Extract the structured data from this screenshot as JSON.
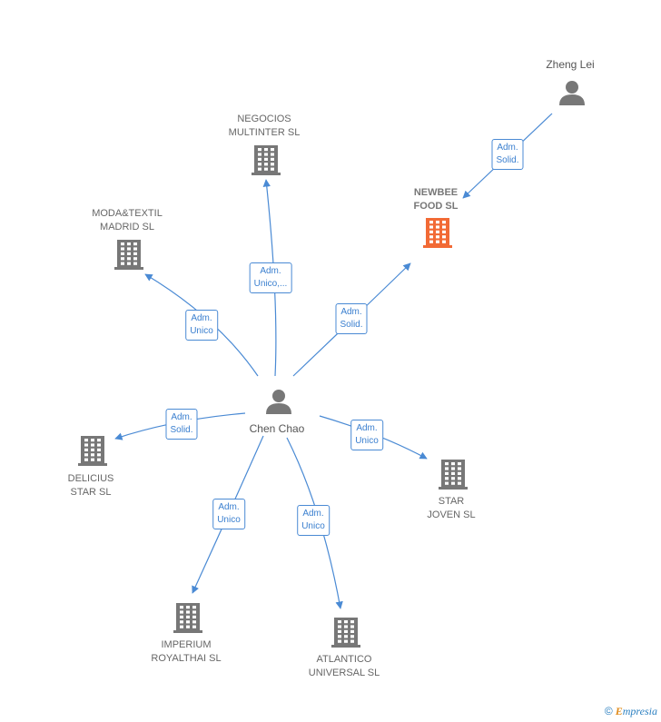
{
  "colors": {
    "edge": "#4a8ad4",
    "node": "#777777",
    "focus": "#f26a35"
  },
  "nodes": [
    {
      "id": "chen",
      "type": "person",
      "label": [
        "Chen Chao"
      ]
    },
    {
      "id": "zheng",
      "type": "person",
      "label": [
        "Zheng Lei"
      ]
    },
    {
      "id": "newbee",
      "type": "company",
      "focus": true,
      "label": [
        "NEWBEE",
        "FOOD  SL"
      ]
    },
    {
      "id": "negocios",
      "type": "company",
      "label": [
        "NEGOCIOS",
        "MULTINTER SL"
      ]
    },
    {
      "id": "moda",
      "type": "company",
      "label": [
        "MODA&TEXTIL",
        "MADRID SL"
      ]
    },
    {
      "id": "delicius",
      "type": "company",
      "label": [
        "DELICIUS",
        "STAR  SL"
      ]
    },
    {
      "id": "star",
      "type": "company",
      "label": [
        "STAR",
        "JOVEN SL"
      ]
    },
    {
      "id": "imperium",
      "type": "company",
      "label": [
        "IMPERIUM",
        "ROYALTHAI  SL"
      ]
    },
    {
      "id": "atlantico",
      "type": "company",
      "label": [
        "ATLANTICO",
        "UNIVERSAL SL"
      ]
    }
  ],
  "edges": [
    {
      "from": "zheng",
      "to": "newbee",
      "label": [
        "Adm.",
        "Solid."
      ]
    },
    {
      "from": "chen",
      "to": "newbee",
      "label": [
        "Adm.",
        "Solid."
      ]
    },
    {
      "from": "chen",
      "to": "negocios",
      "label": [
        "Adm.",
        "Unico,..."
      ]
    },
    {
      "from": "chen",
      "to": "moda",
      "label": [
        "Adm.",
        "Unico"
      ]
    },
    {
      "from": "chen",
      "to": "delicius",
      "label": [
        "Adm.",
        "Solid."
      ]
    },
    {
      "from": "chen",
      "to": "star",
      "label": [
        "Adm.",
        "Unico"
      ]
    },
    {
      "from": "chen",
      "to": "imperium",
      "label": [
        "Adm.",
        "Unico"
      ]
    },
    {
      "from": "chen",
      "to": "atlantico",
      "label": [
        "Adm.",
        "Unico"
      ]
    }
  ],
  "footer": {
    "copyright": "©",
    "brand_initial": "E",
    "brand_rest": "mpresia"
  }
}
